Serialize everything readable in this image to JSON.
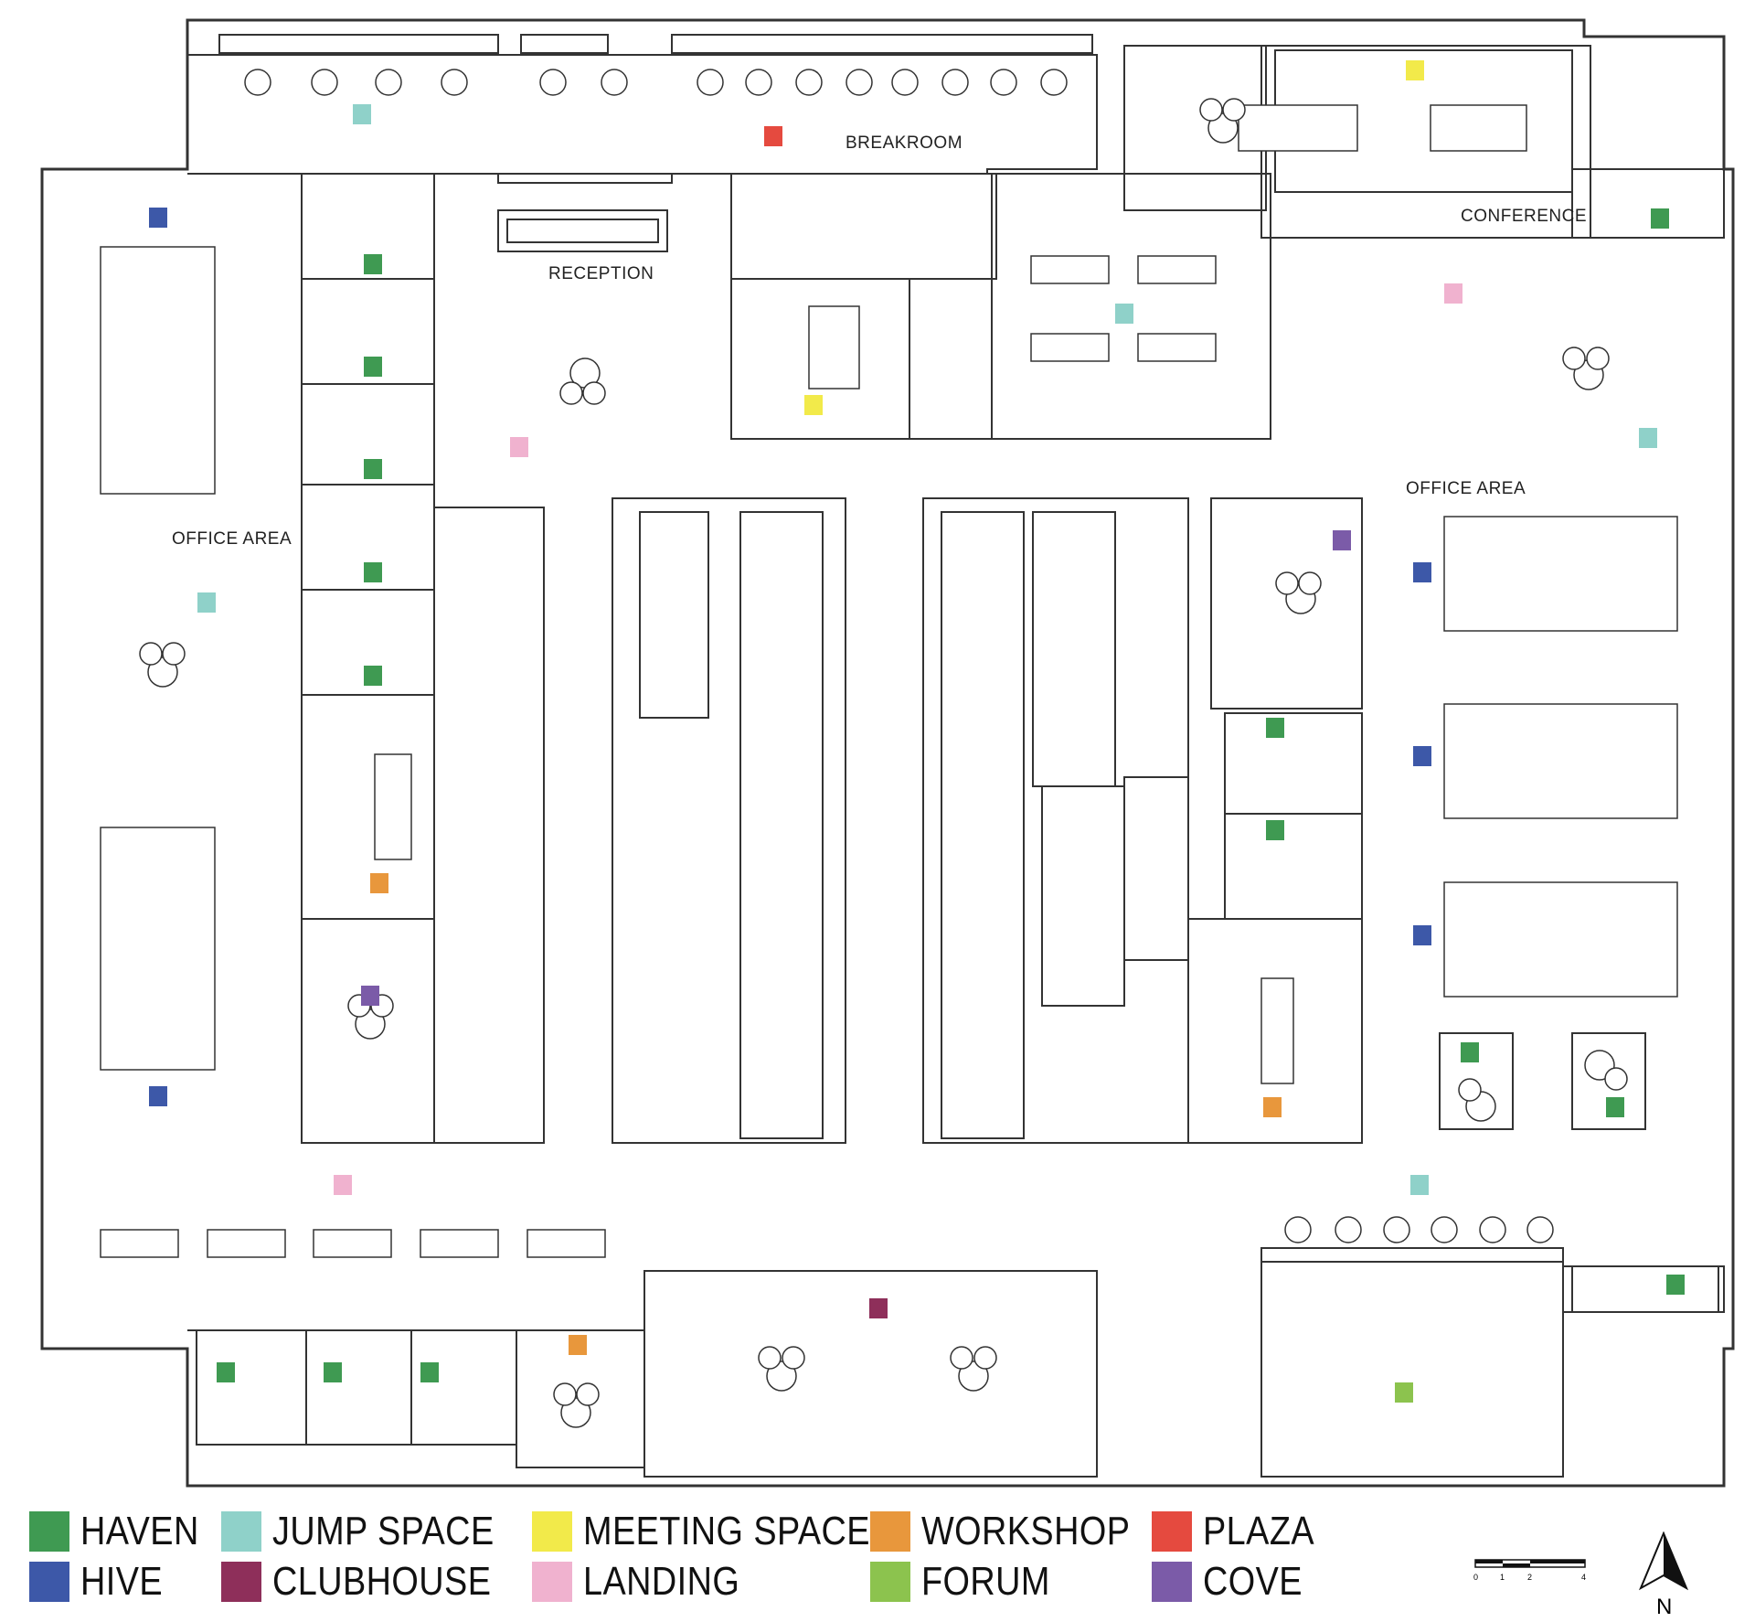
{
  "room_labels": {
    "breakroom": "BREAKROOM",
    "reception": "RECEPTION",
    "conference": "CONFERENCE",
    "office_area_west": "OFFICE AREA",
    "office_area_east": "OFFICE AREA"
  },
  "legend": [
    {
      "key": "haven",
      "label": "HAVEN",
      "color": "#3f9a52"
    },
    {
      "key": "hive",
      "label": "HIVE",
      "color": "#3d58a8"
    },
    {
      "key": "jump_space",
      "label": "JUMP SPACE",
      "color": "#8fd1c9"
    },
    {
      "key": "clubhouse",
      "label": "CLUBHOUSE",
      "color": "#8e2f5a"
    },
    {
      "key": "meeting_space",
      "label": "MEETING SPACE",
      "color": "#f2ea4a"
    },
    {
      "key": "landing",
      "label": "LANDING",
      "color": "#f0b2cf"
    },
    {
      "key": "workshop",
      "label": "WORKSHOP",
      "color": "#e8973c"
    },
    {
      "key": "forum",
      "label": "FORUM",
      "color": "#8cc34e"
    },
    {
      "key": "plaza",
      "label": "PLAZA",
      "color": "#e54a3f"
    },
    {
      "key": "cove",
      "label": "COVE",
      "color": "#7b5ba8"
    }
  ],
  "scale_bar_ticks": [
    "0",
    "1",
    "2",
    "4"
  ],
  "north_label": "N",
  "icons": [
    "north-arrow-icon",
    "scale-bar-icon"
  ]
}
